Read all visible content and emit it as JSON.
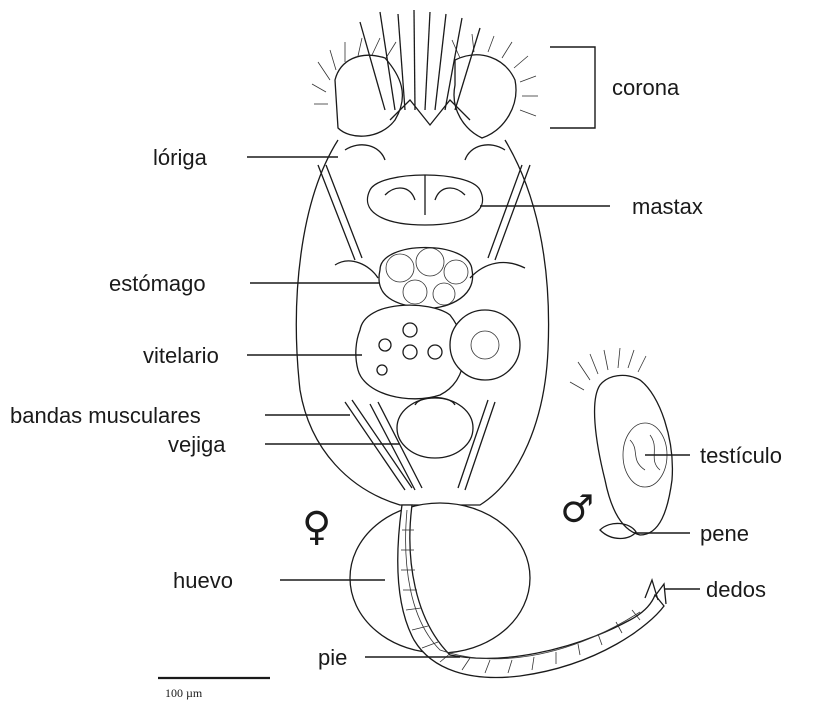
{
  "labels": {
    "corona": "corona",
    "loriga": "lóriga",
    "mastax": "mastax",
    "estomago": "estómago",
    "vitelario": "vitelario",
    "bandas": "bandas musculares",
    "vejiga": "vejiga",
    "testiculo": "testículo",
    "pene": "pene",
    "huevo": "huevo",
    "dedos": "dedos",
    "pie": "pie"
  },
  "symbols": {
    "female": "♀",
    "male": "♂"
  },
  "scale_bar": {
    "label": "100 µm"
  }
}
